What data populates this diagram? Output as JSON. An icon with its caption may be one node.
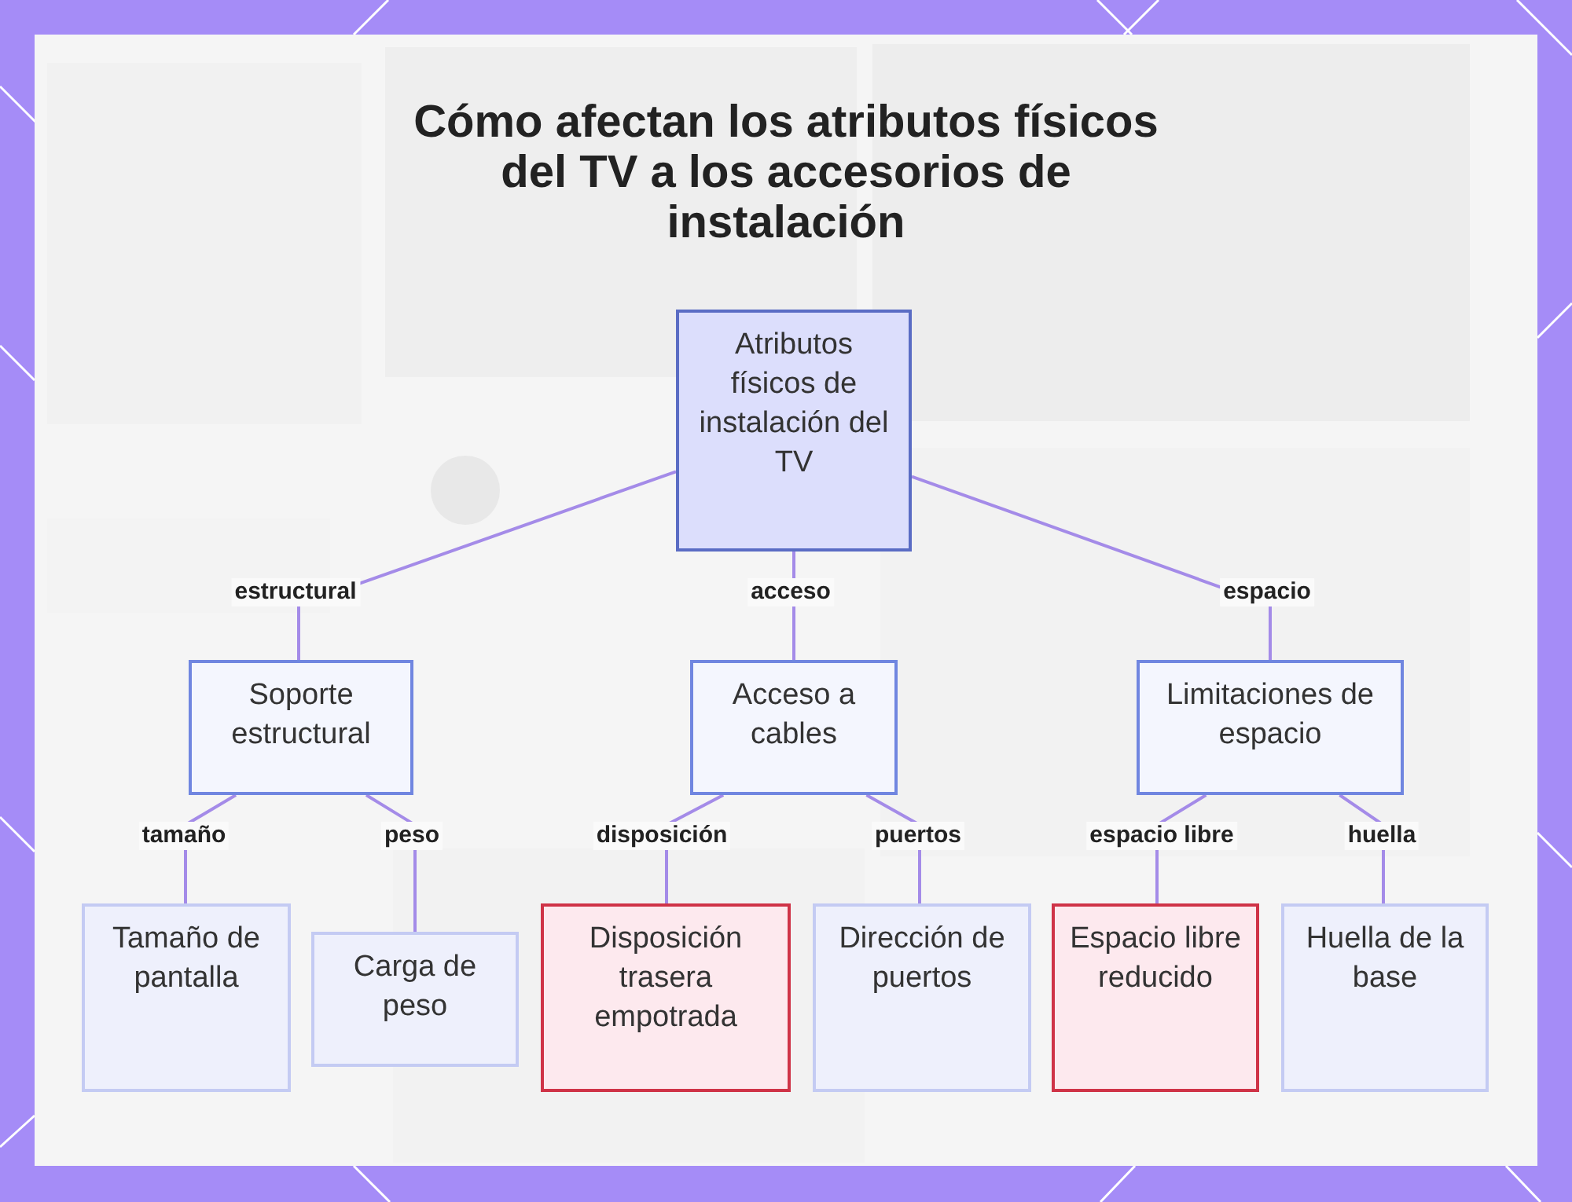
{
  "diagram": {
    "title": "Cómo afectan los atributos físicos del TV a los accesorios de instalación",
    "nodes": [
      {
        "text": [
          "Atributos físicos de instalación del TV"
        ]
      },
      {
        "text": [
          "Soporte estructural"
        ]
      },
      {
        "text": [
          "Acceso a cables"
        ]
      },
      {
        "text": [
          "Limitaciones de espacio"
        ]
      },
      {
        "text": [
          "Tamaño de pantalla"
        ]
      },
      {
        "text": [
          "Carga de peso"
        ]
      },
      {
        "text": [
          "Disposición trasera empotrada"
        ]
      },
      {
        "text": [
          "Dirección de puertos"
        ]
      },
      {
        "text": [
          "Espacio libre reducido"
        ]
      },
      {
        "text": [
          "Huella de la base"
        ]
      }
    ],
    "edges": [
      {
        "from": 0,
        "to": 1,
        "arrow": "none",
        "label": "estructural"
      },
      {
        "from": 0,
        "to": 2,
        "arrow": "none",
        "label": "acceso"
      },
      {
        "from": 0,
        "to": 3,
        "arrow": "none",
        "label": "espacio"
      },
      {
        "from": 1,
        "to": 4,
        "arrow": "none",
        "label": "tamaño"
      },
      {
        "from": 1,
        "to": 5,
        "arrow": "none",
        "label": "peso"
      },
      {
        "from": 2,
        "to": 6,
        "arrow": "none",
        "label": "disposición"
      },
      {
        "from": 2,
        "to": 7,
        "arrow": "none",
        "label": "puertos"
      },
      {
        "from": 3,
        "to": 8,
        "arrow": "none",
        "label": "espacio libre"
      },
      {
        "from": 3,
        "to": 9,
        "arrow": "none",
        "label": "huella"
      }
    ]
  }
}
